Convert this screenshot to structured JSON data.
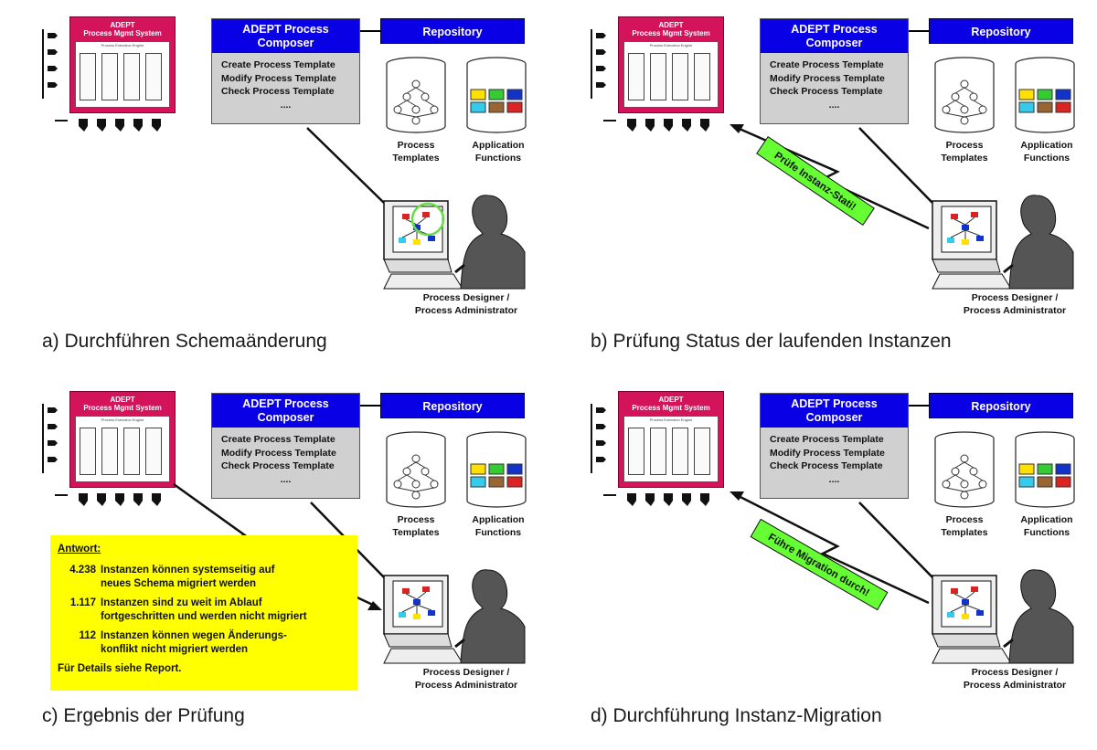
{
  "pms": {
    "title_line1": "ADEPT",
    "title_line2": "Process Mgmt System",
    "inner_caption": "Process Execution Engine"
  },
  "composer": {
    "title_line1": "ADEPT Process",
    "title_line2": "Composer",
    "items": [
      "Create Process Template",
      "Modify Process Template",
      "Check Process Template",
      "...."
    ]
  },
  "repository": {
    "label": "Repository"
  },
  "databases": {
    "process_line1": "Process",
    "process_line2": "Templates",
    "app_line1": "Application",
    "app_line2": "Functions"
  },
  "role": {
    "line1": "Process Designer /",
    "line2": "Process Administrator"
  },
  "panels": {
    "a": {
      "caption": "a) Durchführen Schemaänderung"
    },
    "b": {
      "caption": "b) Prüfung Status der laufenden Instanzen",
      "banner": "Prüfe Instanz-Stati!"
    },
    "c": {
      "caption": "c) Ergebnis der  Prüfung",
      "answer": {
        "title": "Antwort:",
        "rows": [
          {
            "number": "4.238",
            "text_line1": "Instanzen können systemseitig auf",
            "text_line2": "neues Schema migriert werden"
          },
          {
            "number": "1.117",
            "text_line1": "Instanzen sind zu weit im Ablauf",
            "text_line2": "fortgeschritten und werden nicht migriert"
          },
          {
            "number": "112",
            "text_line1": "Instanzen können wegen Änderungs-",
            "text_line2": "konflikt nicht migriert werden"
          }
        ],
        "footer": "Für Details siehe Report."
      }
    },
    "d": {
      "caption": "d) Durchführung Instanz-Migration",
      "banner": "Führe Migration durch!"
    }
  },
  "colors": {
    "pms_magenta": "#d4145a",
    "header_blue": "#0a00e6",
    "composer_gray": "#d0d0d0",
    "banner_green": "#66ff33",
    "answer_yellow": "#ffff00"
  },
  "icons": {
    "side_arrows": "pointing-hand-icon",
    "monitor": "computer-workstation-icon",
    "person": "user-silhouette-icon",
    "database": "database-cylinder-icon"
  }
}
